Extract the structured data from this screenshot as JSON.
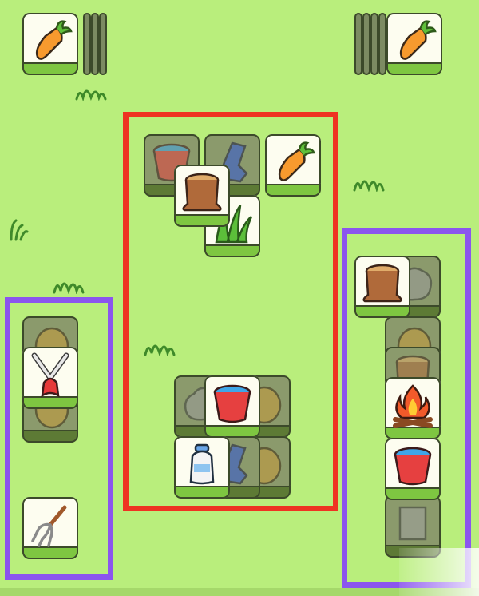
{
  "palette": {
    "background": "#b9ee7c",
    "tile_face": "#fdfdf0",
    "tile_base": "#7ec641",
    "red_frame": "#ee3322",
    "purple_frame": "#8b55ee"
  },
  "tiles": [
    {
      "name": "tile-carrot-top-left",
      "icon": "carrot-icon"
    },
    {
      "name": "tile-carrot-top-right",
      "icon": "carrot-icon"
    },
    {
      "name": "tile-bucket",
      "icon": "bucket-icon"
    },
    {
      "name": "tile-boot",
      "icon": "boot-icon"
    },
    {
      "name": "tile-carrot-center",
      "icon": "carrot-icon"
    },
    {
      "name": "tile-stump-center",
      "icon": "stump-icon"
    },
    {
      "name": "tile-grass",
      "icon": "grass-icon"
    },
    {
      "name": "tile-rock",
      "icon": "rock-icon"
    },
    {
      "name": "tile-bucket-lower",
      "icon": "bucket-icon"
    },
    {
      "name": "tile-nut",
      "icon": "nut-icon"
    },
    {
      "name": "tile-milk",
      "icon": "milk-bottle-icon"
    },
    {
      "name": "tile-boot-lower",
      "icon": "boot-icon"
    },
    {
      "name": "tile-nut-lower",
      "icon": "nut-icon"
    },
    {
      "name": "tile-shears",
      "icon": "shears-icon"
    },
    {
      "name": "tile-pitchfork",
      "icon": "pitchfork-icon"
    },
    {
      "name": "tile-stump-right",
      "icon": "stump-icon"
    },
    {
      "name": "tile-campfire",
      "icon": "campfire-icon"
    },
    {
      "name": "tile-bucket-right",
      "icon": "bucket-icon"
    }
  ]
}
